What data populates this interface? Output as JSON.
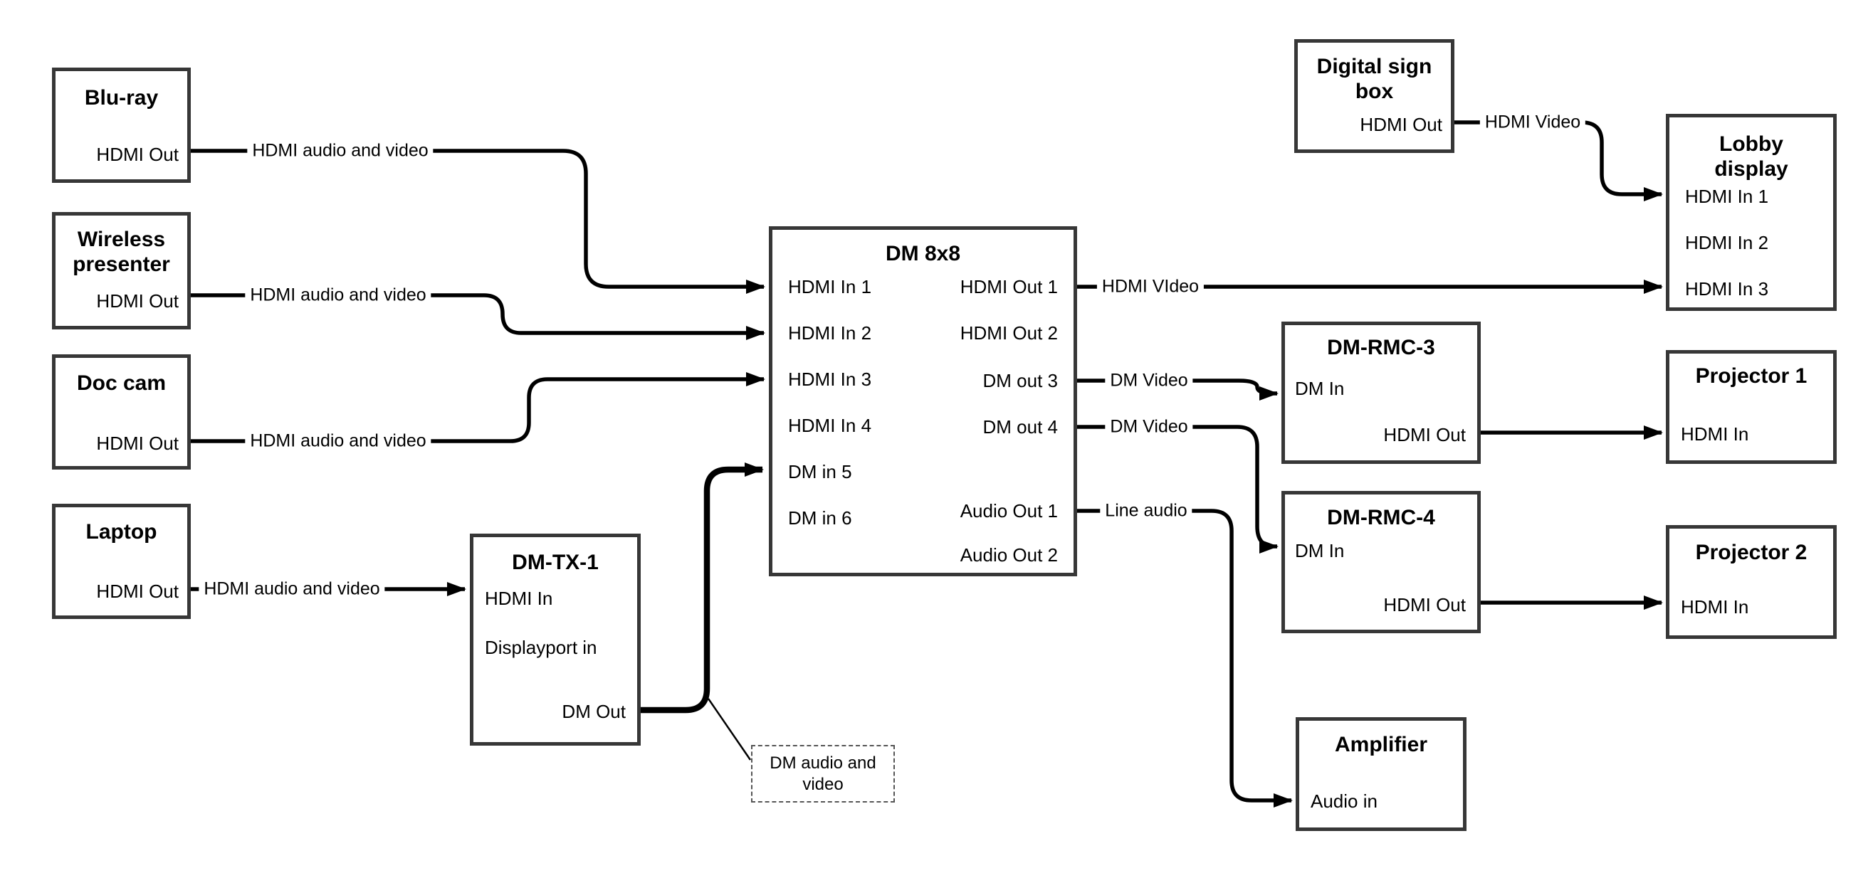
{
  "diagram": {
    "colors": {
      "wire": "#000000",
      "box_border": "#373737",
      "text": "#000000",
      "background": "#ffffff"
    },
    "nodes": {
      "bluray": {
        "title": "Blu-ray",
        "ports": {
          "hdmi_out": "HDMI Out"
        }
      },
      "wireless_presenter": {
        "title": "Wireless presenter",
        "ports": {
          "hdmi_out": "HDMI Out"
        }
      },
      "doc_cam": {
        "title": "Doc cam",
        "ports": {
          "hdmi_out": "HDMI Out"
        }
      },
      "laptop": {
        "title": "Laptop",
        "ports": {
          "hdmi_out": "HDMI Out"
        }
      },
      "dm_tx_1": {
        "title": "DM-TX-1",
        "ports": {
          "hdmi_in": "HDMI In",
          "displayport_in": "Displayport in",
          "dm_out": "DM Out"
        }
      },
      "dm_8x8": {
        "title": "DM 8x8",
        "ports": {
          "hdmi_in_1": "HDMI In 1",
          "hdmi_in_2": "HDMI In 2",
          "hdmi_in_3": "HDMI In 3",
          "hdmi_in_4": "HDMI In 4",
          "dm_in_5": "DM in 5",
          "dm_in_6": "DM in 6",
          "hdmi_out_1": "HDMI Out 1",
          "hdmi_out_2": "HDMI Out 2",
          "dm_out_3": "DM out 3",
          "dm_out_4": "DM out 4",
          "audio_out_1": "Audio Out 1",
          "audio_out_2": "Audio Out 2"
        }
      },
      "digital_sign_box": {
        "title": "Digital sign box",
        "ports": {
          "hdmi_out": "HDMI Out"
        }
      },
      "lobby_display": {
        "title": "Lobby display",
        "ports": {
          "hdmi_in_1": "HDMI In 1",
          "hdmi_in_2": "HDMI In 2",
          "hdmi_in_3": "HDMI In 3"
        }
      },
      "dm_rmc_3": {
        "title": "DM-RMC-3",
        "ports": {
          "dm_in": "DM In",
          "hdmi_out": "HDMI Out"
        }
      },
      "projector_1": {
        "title": "Projector 1",
        "ports": {
          "hdmi_in": "HDMI In"
        }
      },
      "dm_rmc_4": {
        "title": "DM-RMC-4",
        "ports": {
          "dm_in": "DM In",
          "hdmi_out": "HDMI Out"
        }
      },
      "projector_2": {
        "title": "Projector 2",
        "ports": {
          "hdmi_in": "HDMI In"
        }
      },
      "amplifier": {
        "title": "Amplifier",
        "ports": {
          "audio_in": "Audio in"
        }
      }
    },
    "wire_labels": {
      "bluray_hdmi": "HDMI audio and video",
      "wireless_hdmi": "HDMI audio and video",
      "doc_cam_hdmi": "HDMI audio and video",
      "laptop_hdmi": "HDMI audio and video",
      "hdmi_out1_video": "HDMI VIdeo",
      "dm_out3_video": "DM Video",
      "dm_out4_video": "DM Video",
      "audio_out1_line": "Line audio",
      "sign_hdmi_video": "HDMI Video"
    },
    "note": {
      "text": "DM audio and video"
    }
  }
}
